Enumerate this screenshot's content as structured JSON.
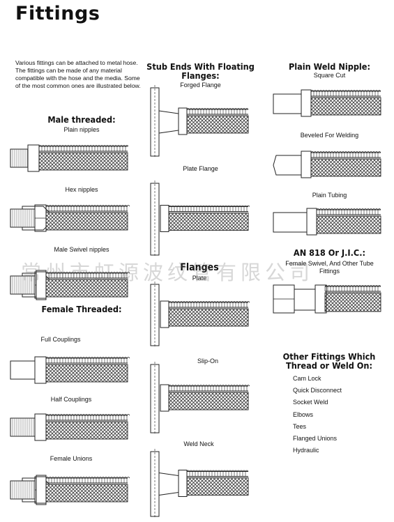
{
  "page": {
    "title": "Fittings",
    "intro": "Various fittings can be attached to metal hose. The fittings can be made of any material compatible with the hose and the media. Some of the most common ones are illustrated below."
  },
  "col1": {
    "male_heading": "Male threaded:",
    "plain_nipples": "Plain nipples",
    "hex_nipples": "Hex nipples",
    "male_swivel": "Male Swivel nipples",
    "female_heading": "Female Threaded:",
    "full_couplings": "Full Couplings",
    "half_couplings": "Half Couplings",
    "female_unions": "Female Unions"
  },
  "col2": {
    "stub_heading": "Stub Ends With Floating Flanges:",
    "forged_flange": "Forged Flange",
    "plate_flange": "Plate Flange",
    "flanges_heading": "Flanges",
    "plate": "Plate",
    "slip_on": "Slip-On",
    "weld_neck": "Weld Neck"
  },
  "col3": {
    "weld_heading": "Plain Weld Nipple:",
    "square_cut": "Square Cut",
    "beveled": "Beveled For Welding",
    "plain_tubing": "Plain Tubing",
    "an_heading": "AN 818 Or J.I.C.:",
    "an_sub": "Female Swivel, And Other Tube Fittings",
    "other_heading": "Other Fittings Which Thread or Weld On:",
    "other_items": [
      "Cam Lock",
      "Quick Disconnect",
      "Socket Weld",
      "Elbows",
      "Tees",
      "Flanged Unions",
      "Hydraulic"
    ]
  },
  "watermark": "常州市虹源波纹管有限公司"
}
